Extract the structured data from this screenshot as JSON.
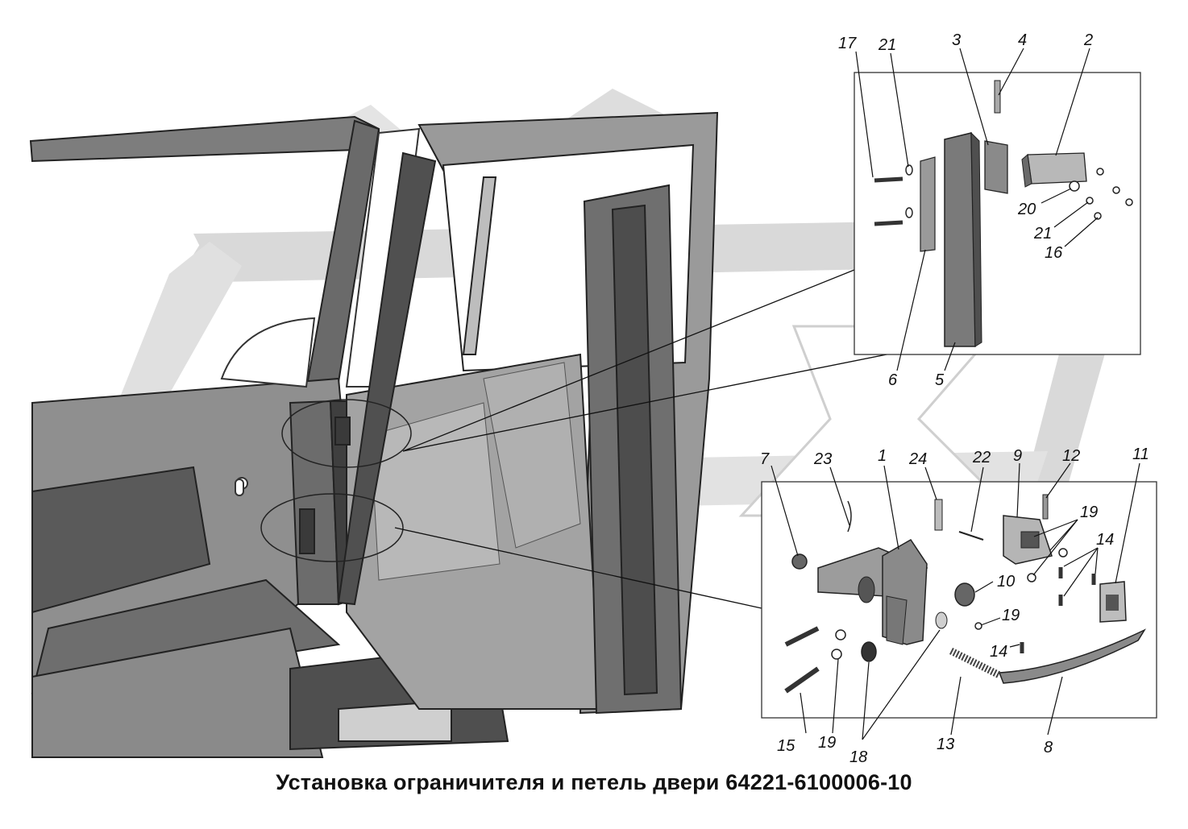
{
  "title": "Установка ограничителя и петель двери 64221-6100006-10",
  "callouts": {
    "c17": "17",
    "c21a": "21",
    "c3": "3",
    "c4": "4",
    "c2": "2",
    "c20": "20",
    "c21b": "21",
    "c16": "16",
    "c6": "6",
    "c5": "5",
    "c7": "7",
    "c23": "23",
    "c1": "1",
    "c24": "24",
    "c22": "22",
    "c9": "9",
    "c12": "12",
    "c11": "11",
    "c19a": "19",
    "c14a": "14",
    "c10": "10",
    "c19b": "19",
    "c14b": "14",
    "c15": "15",
    "c19c": "19",
    "c18": "18",
    "c13": "13",
    "c8": "8"
  },
  "colors": {
    "line": "#111111",
    "part": "#8c8c8c",
    "part_dark": "#5e5e5e",
    "watermark": "#d6d6d6"
  }
}
